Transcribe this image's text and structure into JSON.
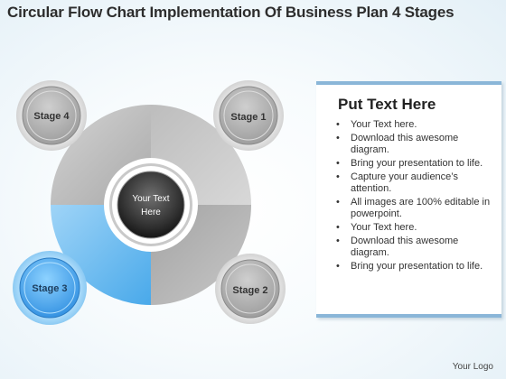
{
  "title": "Circular Flow Chart Implementation Of Business Plan 4 Stages",
  "center": {
    "line1": "Your Text",
    "line2": "Here"
  },
  "stages": [
    {
      "label": "Stage 1"
    },
    {
      "label": "Stage 2"
    },
    {
      "label": "Stage 3"
    },
    {
      "label": "Stage 4"
    }
  ],
  "panel": {
    "heading": "Put Text Here",
    "bullets": [
      "Your Text here.",
      "Download this awesome diagram.",
      "Bring your presentation to life.",
      "Capture your audience’s attention.",
      "All images are 100% editable in powerpoint.",
      "Your Text here.",
      "Download this awesome diagram.",
      "Bring your presentation to life."
    ]
  },
  "logo": "Your Logo",
  "colors": {
    "accent_blue": "#5cb4ef",
    "gray_quadrant": "#c4c4c4",
    "panel_border": "#8ab6d8"
  }
}
